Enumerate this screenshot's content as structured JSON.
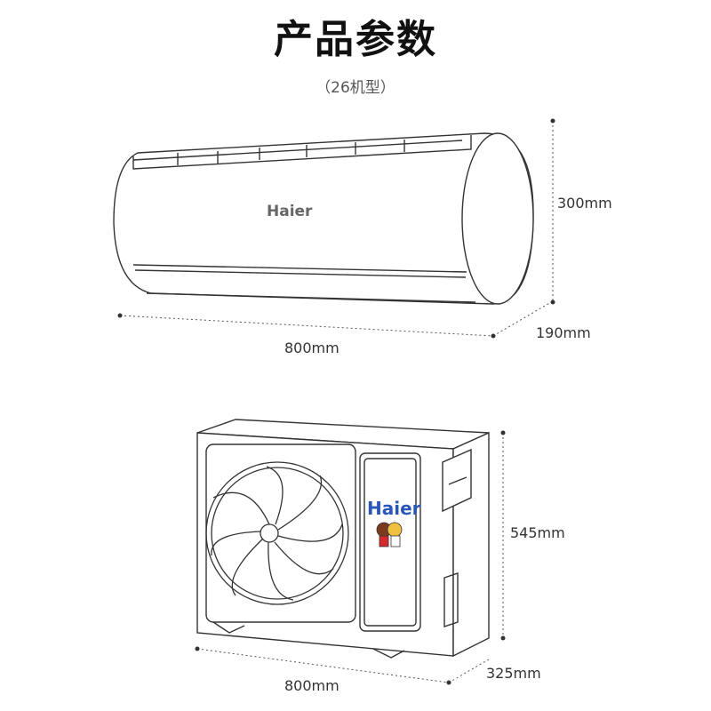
{
  "title": "产品参数",
  "subtitle": "（26机型）",
  "indoor_unit": {
    "brand": "Haier",
    "height_label": "300mm",
    "depth_label": "190mm",
    "width_label": "800mm"
  },
  "outdoor_unit": {
    "brand": "Haier",
    "height_label": "545mm",
    "depth_label": "325mm",
    "width_label": "800mm"
  },
  "colors": {
    "line": "#333333",
    "brand_blue": "#2a56b8",
    "panel": "#f7f7f7"
  }
}
